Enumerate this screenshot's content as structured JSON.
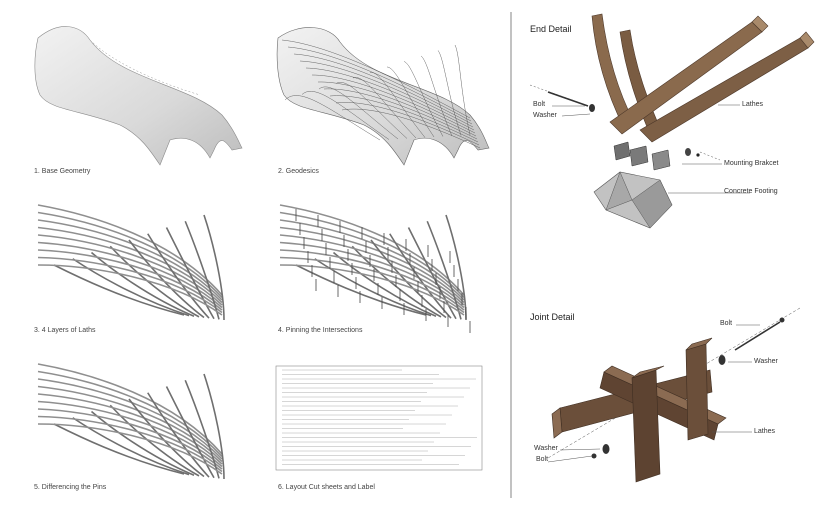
{
  "steps": [
    {
      "caption": "1. Base Geometry"
    },
    {
      "caption": "2. Geodesics"
    },
    {
      "caption": "3. 4 Layers of Laths"
    },
    {
      "caption": "4. Pinning the Intersections"
    },
    {
      "caption": "5. Differencing the Pins"
    },
    {
      "caption": "6. Layout Cut sheets and Label"
    }
  ],
  "end_detail": {
    "title": "End Detail",
    "labels": {
      "bolt": "Bolt",
      "washer": "Washer",
      "lathes": "Lathes",
      "mounting_bracket": "Mounting Brakcet",
      "concrete_footing": "Concrete Footing"
    }
  },
  "joint_detail": {
    "title": "Joint Detail",
    "labels": {
      "bolt_top": "Bolt",
      "washer_top": "Washer",
      "lathes": "Lathes",
      "washer_bottom": "Washer",
      "bolt_bottom": "Bolt"
    }
  },
  "colors": {
    "wood_light": "#8a6a4d",
    "wood_dark": "#5d4331",
    "surface": "#e3e3e3",
    "lath": "#9a9a9a",
    "footing": "#b5b5b5"
  }
}
